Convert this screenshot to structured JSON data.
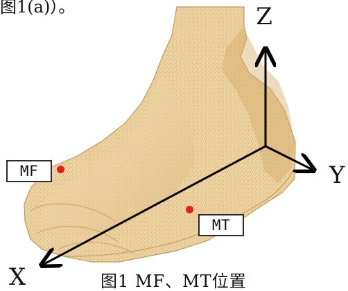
{
  "header": {
    "fragment": "图1(a)）。"
  },
  "axes": {
    "x_label": "X",
    "y_label": "Y",
    "z_label": "Z"
  },
  "points": {
    "mf_label": "MF",
    "mt_label": "MT",
    "marker_color": "#e0201b"
  },
  "caption": {
    "text": "图1 MF、MT位置"
  },
  "colors": {
    "foot_fill": "#e9c88f",
    "foot_stroke": "#c39a57",
    "axis": "#000000"
  }
}
